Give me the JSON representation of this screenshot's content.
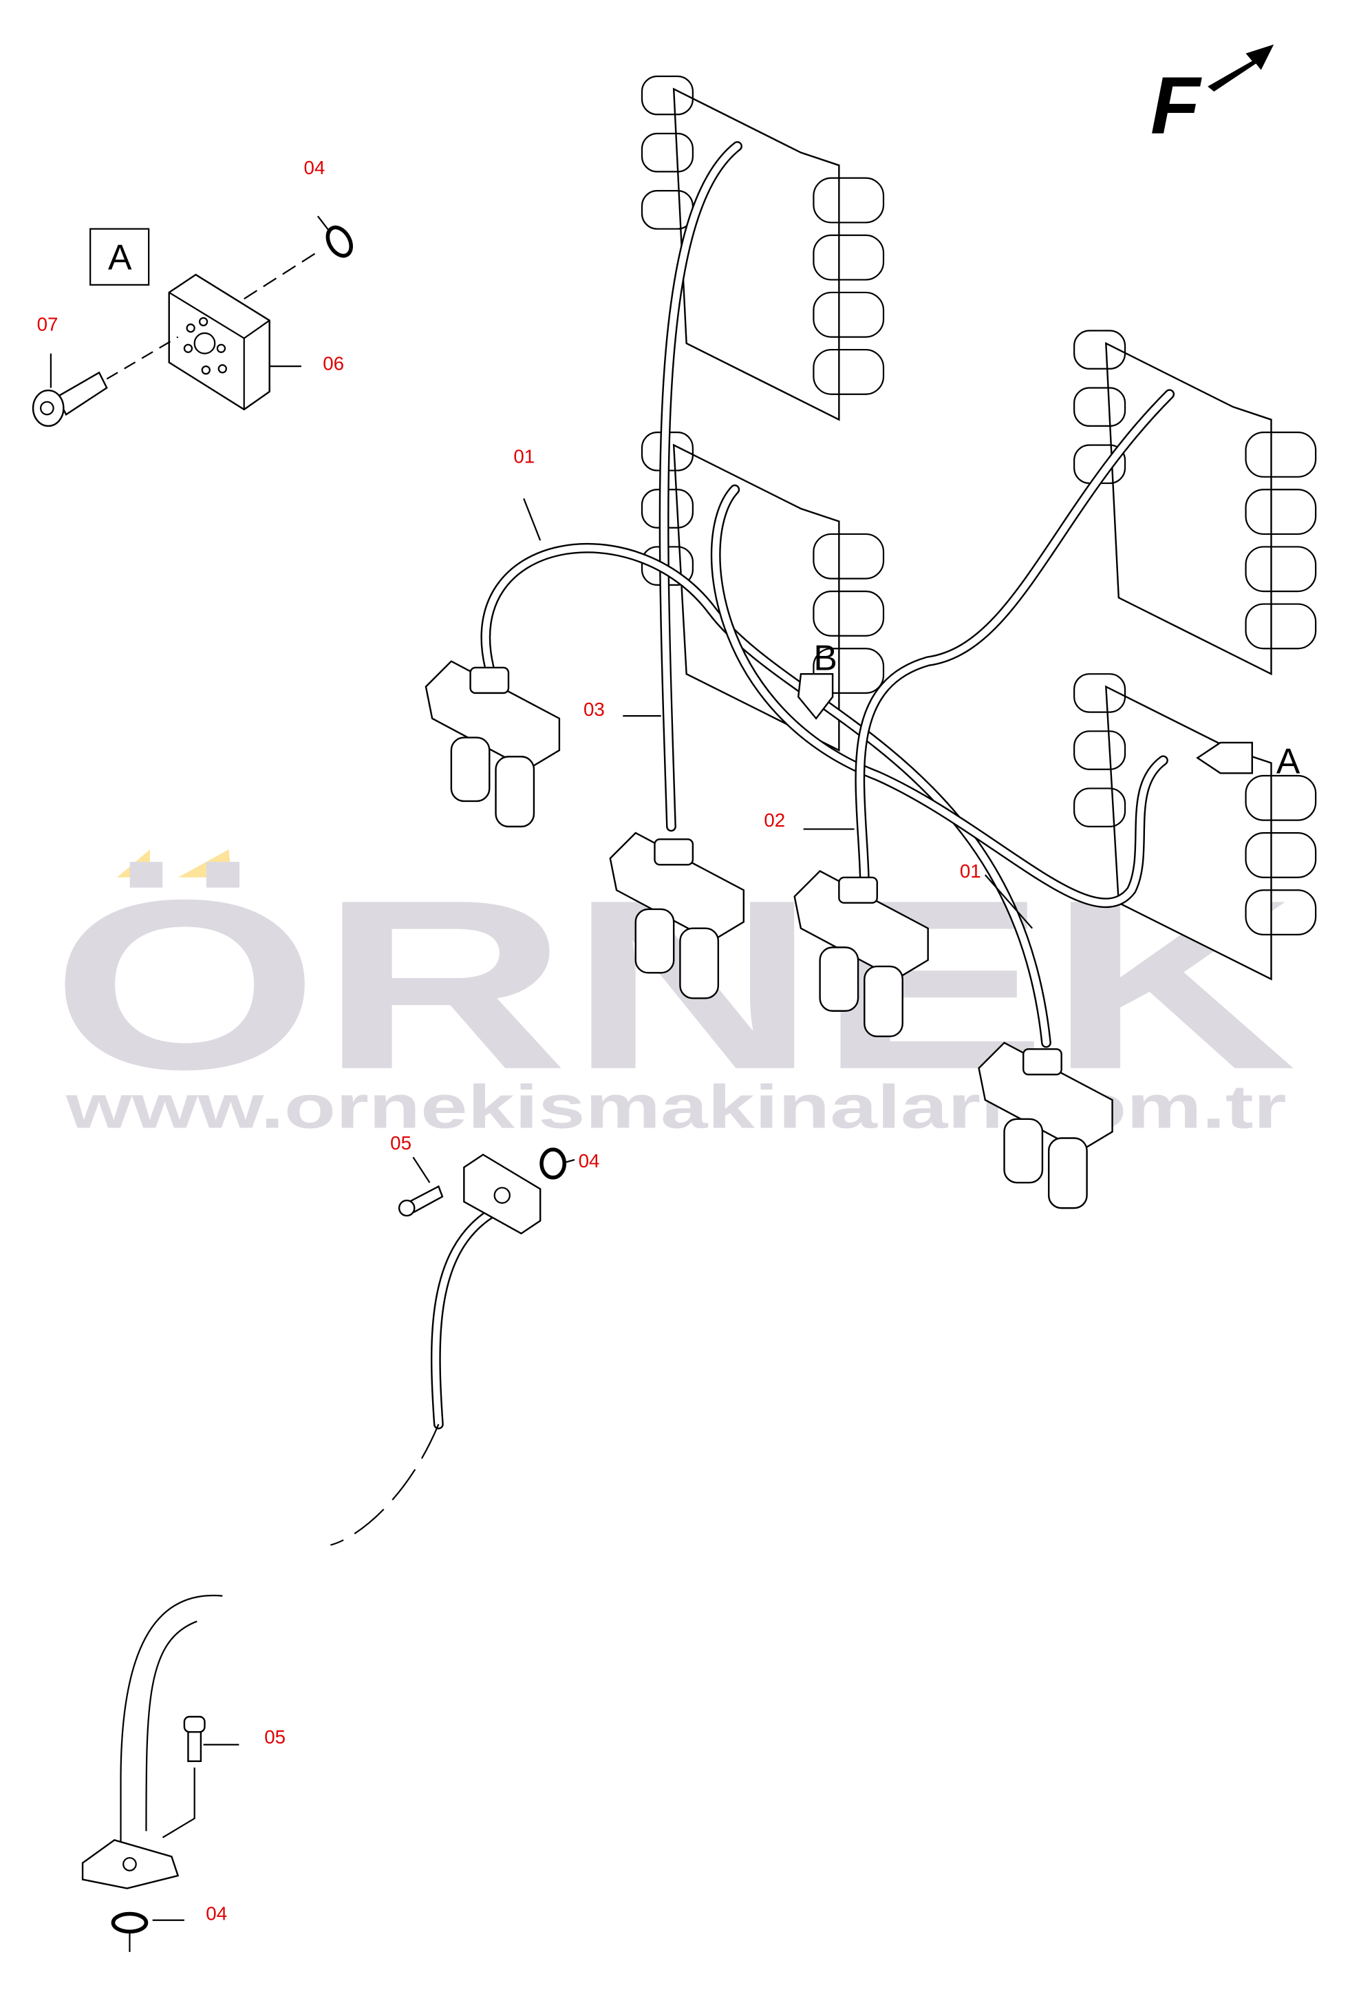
{
  "watermark": {
    "brand": "ÖRNEK",
    "url": "www.ornekismakinalari.com.tr",
    "accent_color": "#fde49a",
    "text_color": "#dcdae0"
  },
  "direction_marker": "F",
  "detail_box": "A",
  "view_markers": {
    "b": "B",
    "a": "A"
  },
  "callouts": {
    "detail_oring": "04",
    "detail_screw": "07",
    "detail_plate": "06",
    "hose_01_upper": "01",
    "hose_03": "03",
    "hose_02": "02",
    "hose_01_lower": "01",
    "oring_mid": "04",
    "screw_mid": "05",
    "screw_bottom": "05",
    "oring_bottom": "04"
  },
  "label_color": "#e00000"
}
